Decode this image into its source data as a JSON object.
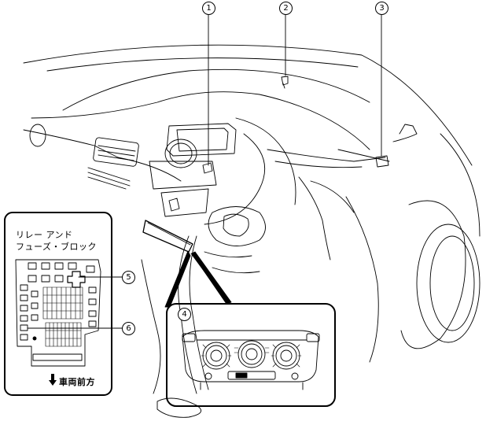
{
  "callouts": {
    "c1": "1",
    "c2": "2",
    "c3": "3",
    "c4": "4",
    "c5": "5",
    "c6": "6"
  },
  "inset_fuse": {
    "title_line1": "リレー アンド",
    "title_line2": "フューズ・ブロック",
    "direction_arrow": "down-arrow-icon",
    "direction_label": "車両前方"
  }
}
